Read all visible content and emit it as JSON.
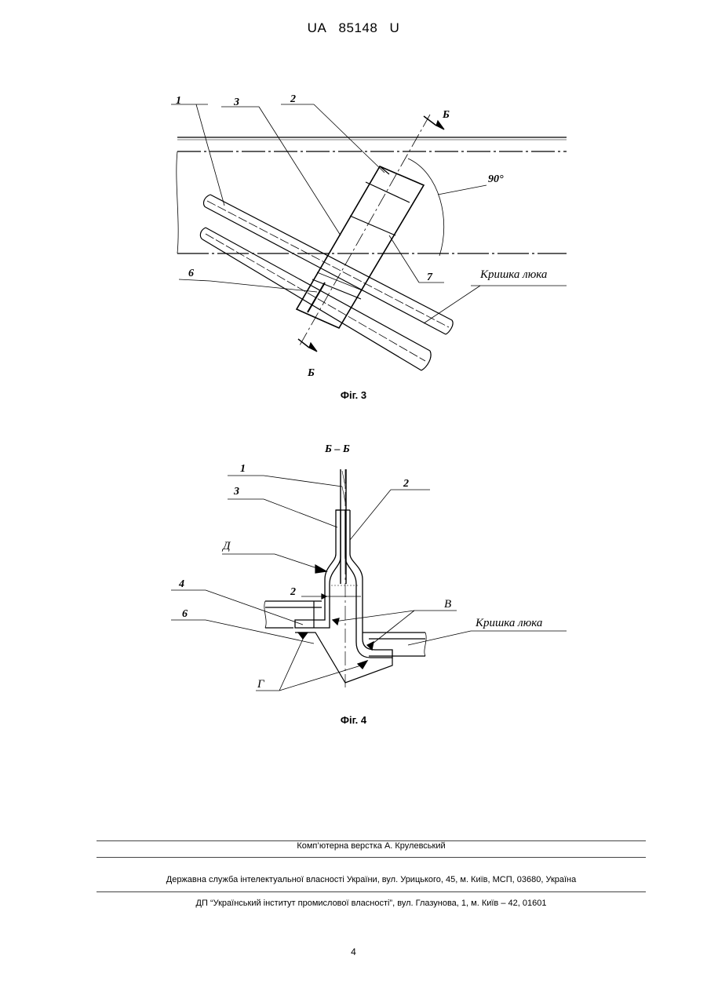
{
  "header": {
    "country": "UA",
    "number": "85148",
    "kind": "U"
  },
  "fig3": {
    "caption": "Фіг. 3",
    "labels": {
      "l1": "1",
      "l2": "2",
      "l3": "3",
      "l6": "6",
      "l7": "7",
      "angle": "90°",
      "section_top": "Б",
      "section_bottom": "Б",
      "hatch_cover": "Кришка люка"
    }
  },
  "fig4": {
    "caption": "Фіг. 4",
    "labels": {
      "section": "Б – Б",
      "l1": "1",
      "l2": "2",
      "l3": "3",
      "l4": "4",
      "l6": "6",
      "d": "Д",
      "gap": "2",
      "v": "В",
      "g": "Г",
      "hatch_cover": "Кришка люка"
    }
  },
  "footer": {
    "layout_credit": "Комп’ютерна верстка А. Крулевський",
    "agency": "Державна служба інтелектуальної власності України, вул. Урицького, 45, м. Київ, МСП, 03680, Україна",
    "institute": "ДП “Український інститут промислової власності”, вул. Глазунова, 1, м. Київ – 42, 01601"
  },
  "page_number": "4"
}
